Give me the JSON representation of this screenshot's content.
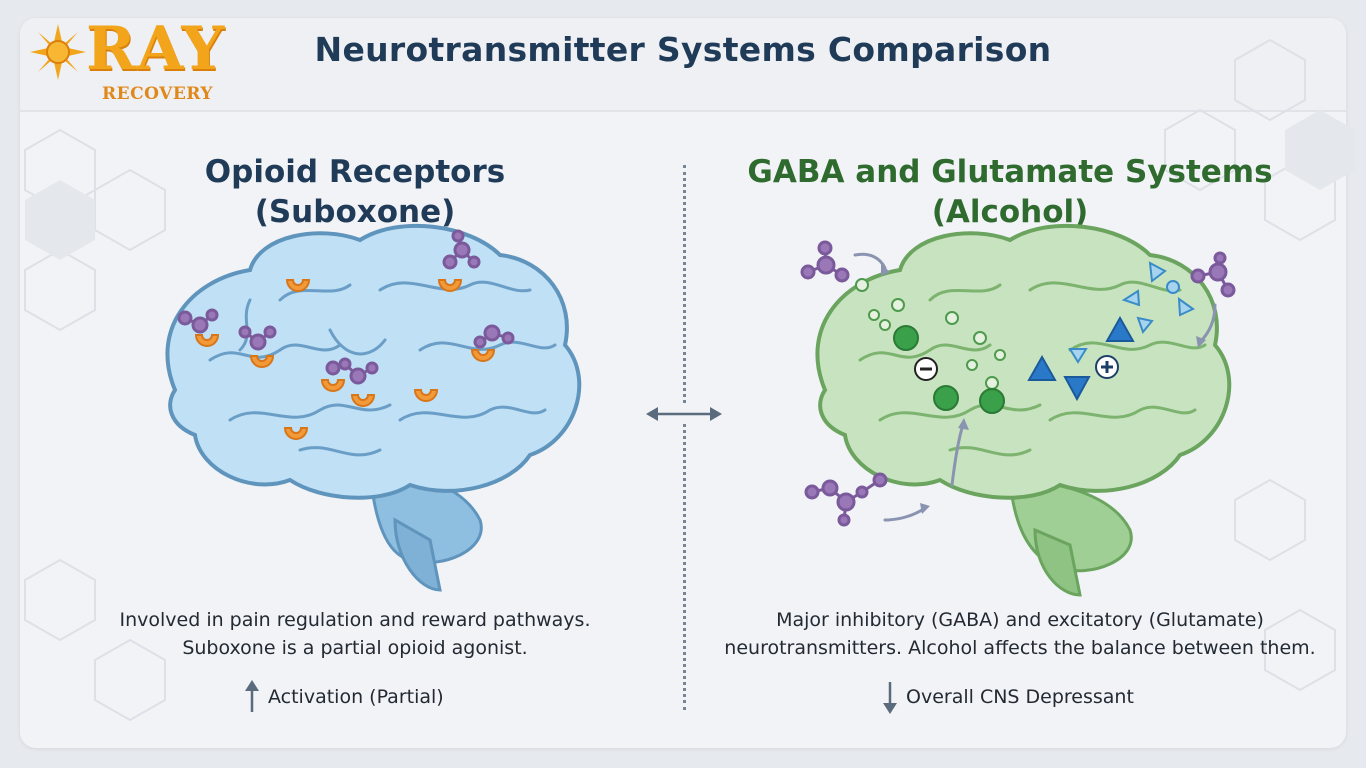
{
  "header": {
    "title": "Neurotransmitter Systems Comparison",
    "logo": {
      "brand": "RAY",
      "sub": "RECOVERY"
    }
  },
  "left": {
    "title_line1": "Opioid Receptors",
    "title_line2": "(Suboxone)",
    "desc_line1": "Involved in pain regulation and reward pathways.",
    "desc_line2": "Suboxone is a partial opioid agonist.",
    "effect": "Activation (Partial)",
    "effect_icon": "arrow-up-icon"
  },
  "right": {
    "title_line1": "GABA and Glutamate Systems",
    "title_line2": "(Alcohol)",
    "desc_line1": "Major inhibitory (GABA) and excitatory (Glutamate)",
    "desc_line2": "neurotransmitters. Alcohol affects the balance between them.",
    "effect": "Overall CNS Depressant",
    "effect_icon": "arrow-down-icon"
  },
  "colors": {
    "title": "#1f3b57",
    "right_title": "#2f6a2e",
    "brain_blue": "#bfe0f5",
    "brain_green": "#c8e3bf",
    "receptor": "#f29a3a",
    "molecule": "#9a78b8",
    "gaba": "#3aa04a",
    "glutamate": "#2a78c8",
    "logo": "#f2a51a"
  }
}
